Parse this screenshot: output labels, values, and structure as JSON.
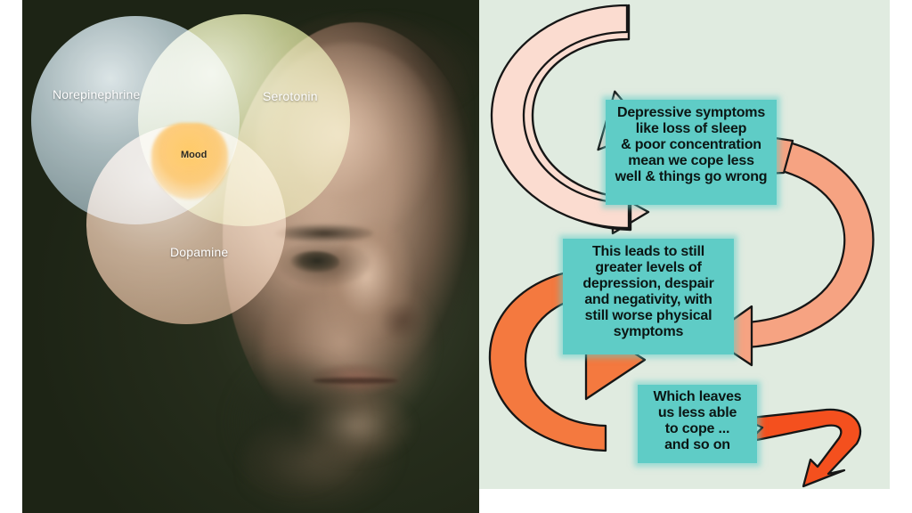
{
  "slide": {
    "background_color": "#ffffff",
    "left_panel": {
      "name": "neurotransmitter-venn-over-portrait",
      "photo_background_color": "#222a18",
      "venn": {
        "title_labels": [
          {
            "id": "norepinephrine",
            "label": "Norepinephrine",
            "color": "#8ea4b2"
          },
          {
            "id": "serotonin",
            "label": "Serotonin",
            "color": "#a8b268"
          },
          {
            "id": "dopamine",
            "label": "Dopamine",
            "color": "#c69b83"
          }
        ],
        "center_label": "Mood",
        "center_color": "#fdc468"
      }
    },
    "right_panel": {
      "name": "depression-vicious-cycle",
      "background_color": "#e0ebe0",
      "box_color": "#5fccc6",
      "text_color": "#0b1614",
      "arrows": [
        {
          "id": "arrow-1",
          "color": "#fbdcd0",
          "direction": "clockwise-top-left"
        },
        {
          "id": "arrow-2",
          "color": "#f6a382",
          "direction": "clockwise-right"
        },
        {
          "id": "arrow-3",
          "color": "#f4793f",
          "direction": "clockwise-bottom-left"
        },
        {
          "id": "arrow-4",
          "color": "#f4501e",
          "direction": "bottom-right-exit"
        }
      ],
      "steps": [
        {
          "id": "step-1",
          "lines": [
            "Depressive symptoms",
            "like loss of sleep",
            "& poor concentration",
            "mean we cope less",
            "well & things go wrong"
          ]
        },
        {
          "id": "step-2",
          "lines": [
            "This leads to still",
            "greater levels of",
            "depression, despair",
            "and negativity, with",
            "still worse physical",
            "symptoms"
          ]
        },
        {
          "id": "step-3",
          "lines": [
            "Which leaves",
            "us less able",
            "to cope ...",
            "and so on"
          ]
        }
      ]
    }
  }
}
